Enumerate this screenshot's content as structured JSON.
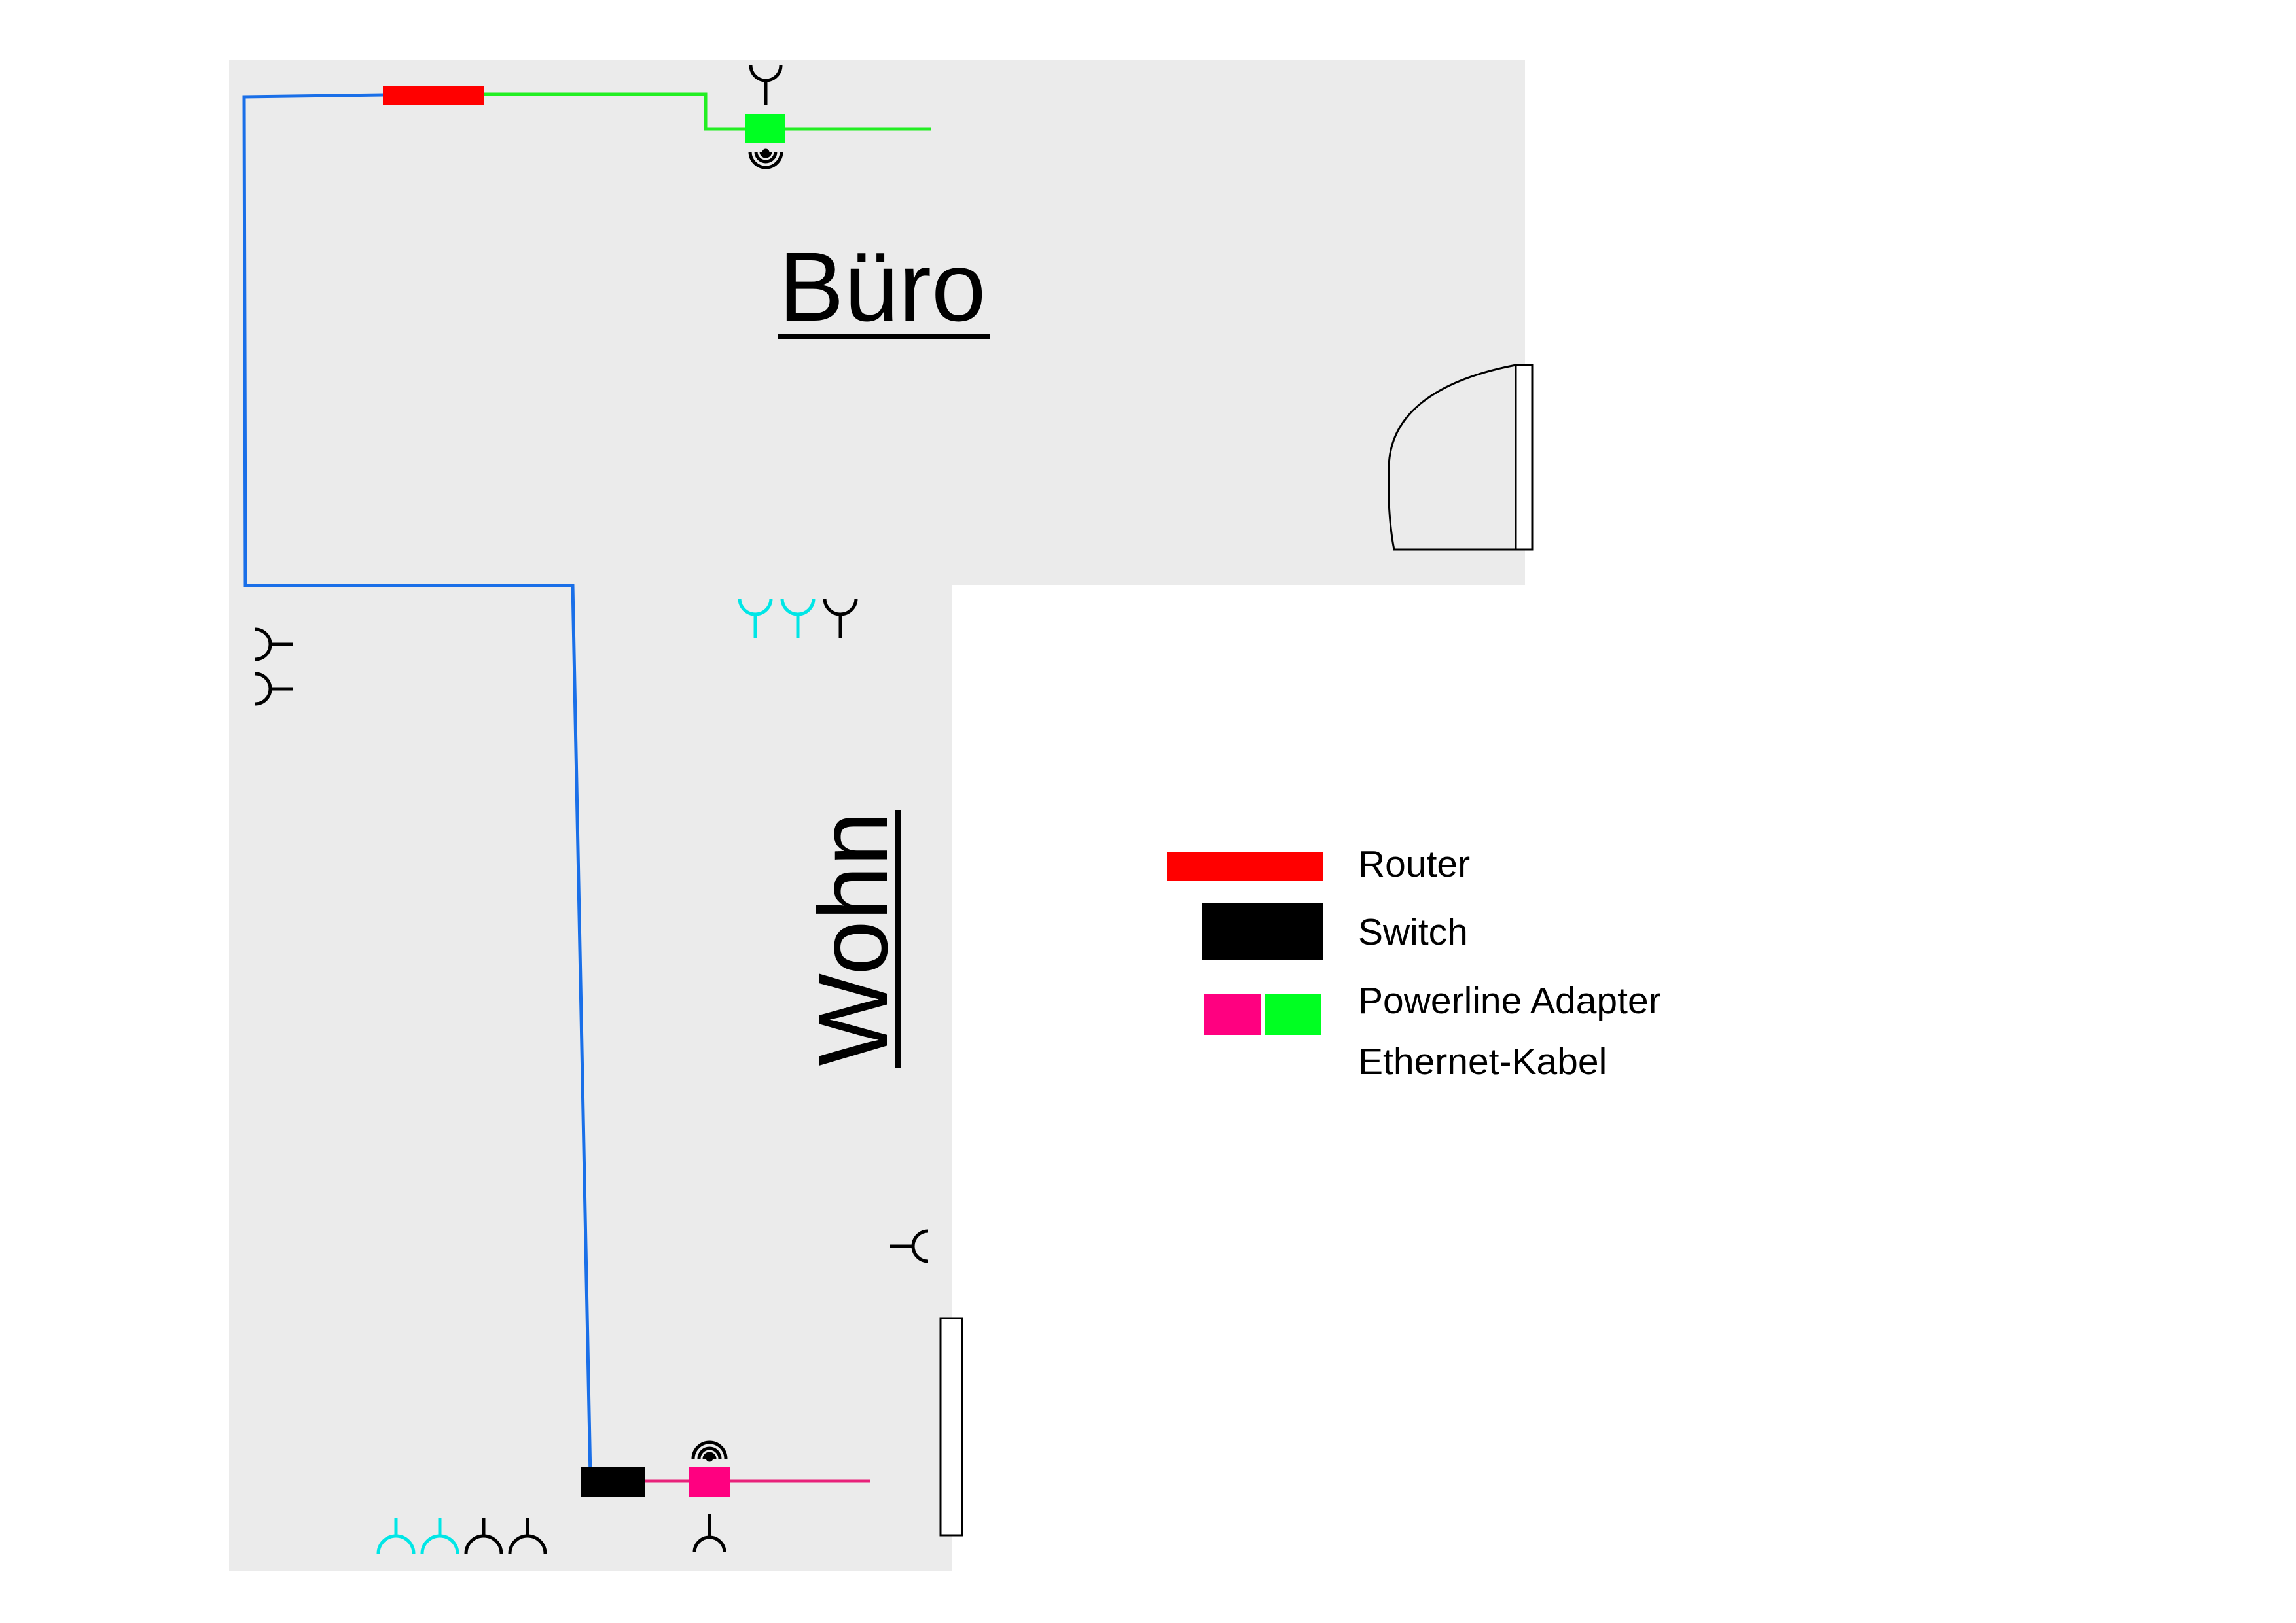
{
  "rooms": {
    "office": "Büro",
    "living": "Wohn"
  },
  "legend": {
    "router": "Router",
    "switch": "Switch",
    "powerline": "Powerline Adapter",
    "ethernet": "Ethernet-Kabel"
  },
  "colors": {
    "floor": "#ebebeb",
    "router": "#ff0000",
    "switch": "#000000",
    "powerline_a": "#ff0080",
    "powerline_b": "#00ff22",
    "cable_main": "#1a6fe8",
    "cable_green": "#22ee22",
    "cable_pink": "#e8217a",
    "socket_network": "#00e6e6",
    "socket_power": "#000000"
  }
}
